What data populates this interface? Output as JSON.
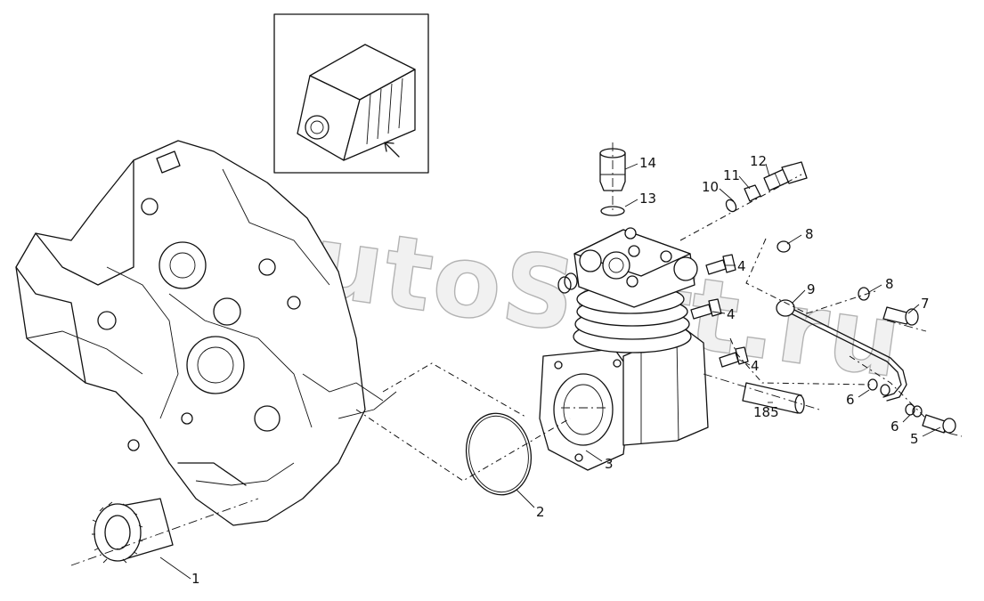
{
  "diagram": {
    "watermark": "AutoSoft.ru",
    "parts": [
      {
        "id": "p1",
        "label": "1"
      },
      {
        "id": "p2",
        "label": "2"
      },
      {
        "id": "p3",
        "label": "3"
      },
      {
        "id": "p4a",
        "label": "4"
      },
      {
        "id": "p4b",
        "label": "4"
      },
      {
        "id": "p4c",
        "label": "4"
      },
      {
        "id": "p5",
        "label": "5"
      },
      {
        "id": "p6a",
        "label": "6"
      },
      {
        "id": "p6b",
        "label": "6"
      },
      {
        "id": "p7",
        "label": "7"
      },
      {
        "id": "p8a",
        "label": "8"
      },
      {
        "id": "p8b",
        "label": "8"
      },
      {
        "id": "p9",
        "label": "9"
      },
      {
        "id": "p10",
        "label": "10"
      },
      {
        "id": "p11",
        "label": "11"
      },
      {
        "id": "p12",
        "label": "12"
      },
      {
        "id": "p13",
        "label": "13"
      },
      {
        "id": "p14",
        "label": "14"
      },
      {
        "id": "p185",
        "label": "185"
      }
    ]
  }
}
